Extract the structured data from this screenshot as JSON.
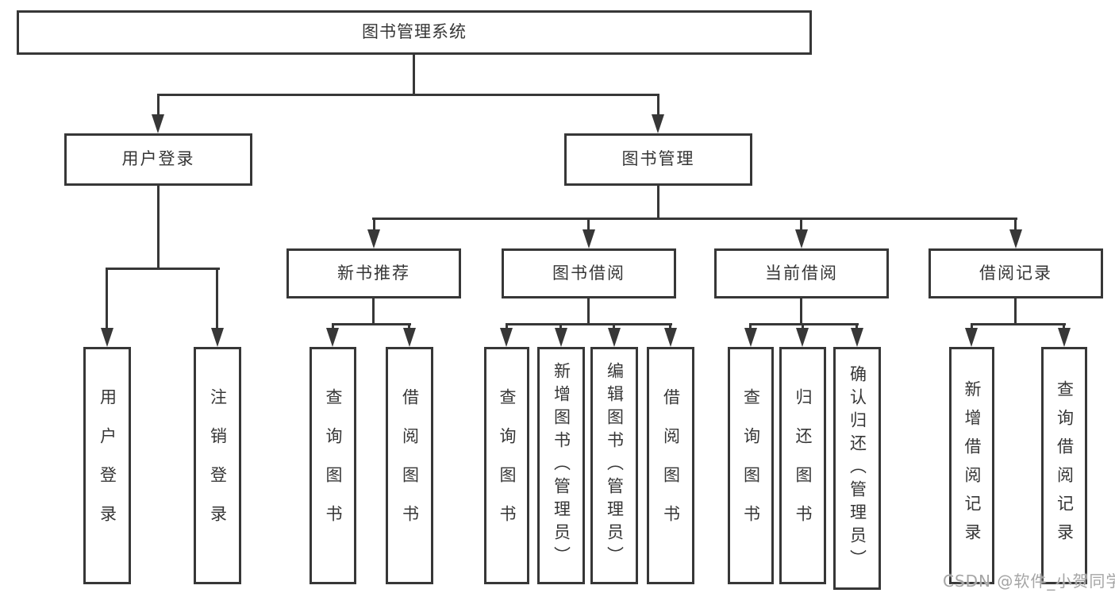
{
  "tree": {
    "label": "图书管理系统",
    "children": [
      {
        "label": "用户登录",
        "children": [
          {
            "label": "用户登录"
          },
          {
            "label": "注销登录"
          }
        ]
      },
      {
        "label": "图书管理",
        "children": [
          {
            "label": "新书推荐",
            "children": [
              {
                "label": "查询图书"
              },
              {
                "label": "借阅图书"
              }
            ]
          },
          {
            "label": "图书借阅",
            "children": [
              {
                "label": "查询图书"
              },
              {
                "label": "新增图书（管理员）"
              },
              {
                "label": "编辑图书（管理员）"
              },
              {
                "label": "借阅图书"
              }
            ]
          },
          {
            "label": "当前借阅",
            "children": [
              {
                "label": "查询图书"
              },
              {
                "label": "归还图书"
              },
              {
                "label": "确认归还（管理员）"
              }
            ]
          },
          {
            "label": "借阅记录",
            "children": [
              {
                "label": "新增借阅记录"
              },
              {
                "label": "查询借阅记录"
              }
            ]
          }
        ]
      }
    ]
  },
  "watermark": {
    "text": "CSDN @软件_小贺同学"
  },
  "colors": {
    "line": "#373737",
    "text": "#363636",
    "watermark": "#a5a5a5",
    "background": "#ffffff"
  }
}
